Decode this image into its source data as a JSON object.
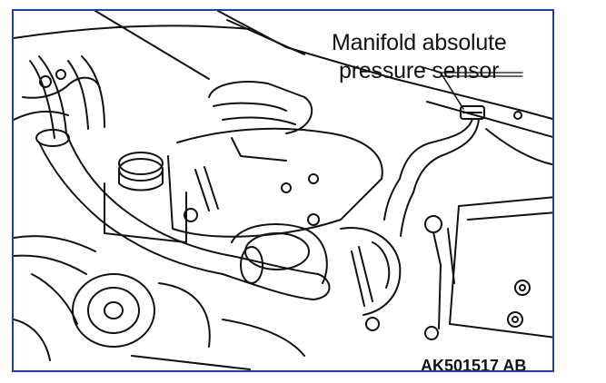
{
  "figure": {
    "callout_line1": "Manifold absolute",
    "callout_line2": "pressure sensor",
    "figure_code": "AK501517 AB",
    "colors": {
      "frame": "#1f3fa0",
      "line": "#111111",
      "background": "#ffffff"
    }
  }
}
